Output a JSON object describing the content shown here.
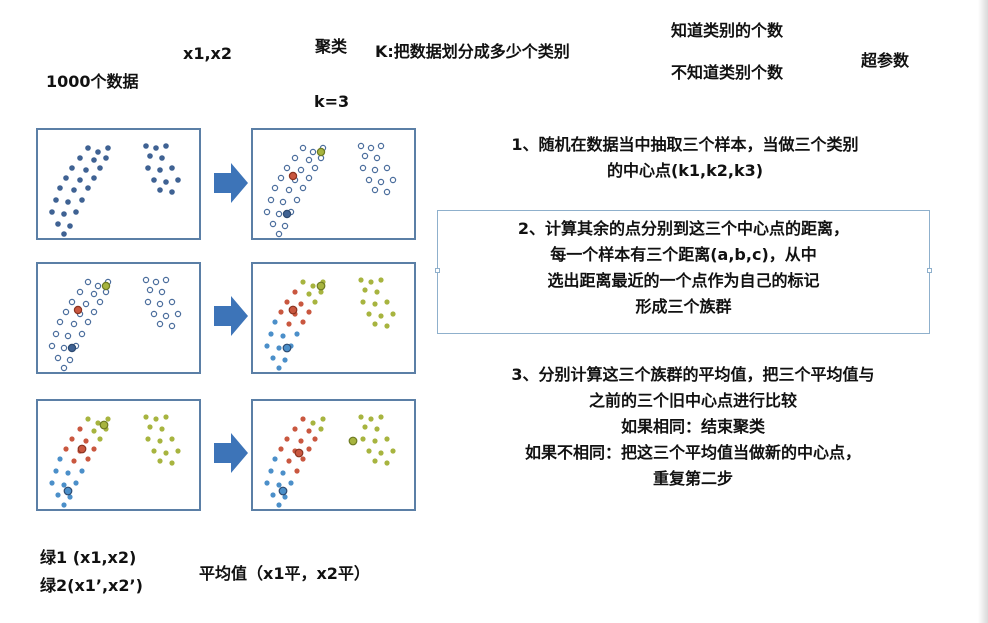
{
  "header": {
    "count_label": "1000个数据",
    "features_label": "x1,x2",
    "clustering_label": "聚类",
    "k_label": "k=3",
    "k_question": "K:把数据划分成多少个类别",
    "known_label": "知道类别的个数",
    "unknown_label": "不知道类别个数",
    "hyperparam_label": "超参数"
  },
  "steps": {
    "step1": [
      "1、随机在数据当中抽取三个样本，当做三个类别",
      "的中心点(k1,k2,k3)"
    ],
    "step2": [
      "2、计算其余的点分别到这三个中心点的距离，",
      "每一个样本有三个距离(a,b,c)，从中",
      "选出距离最近的一个点作为自己的标记",
      "形成三个族群"
    ],
    "step3": [
      "3、分别计算这三个族群的平均值，把三个平均值与",
      "之前的三个旧中心点进行比较",
      "如果相同：结束聚类",
      "如果不相同：把这三个平均值当做新的中心点，",
      "重复第二步"
    ]
  },
  "footer": {
    "green1": "绿1 (x1,x2)",
    "green2": "绿2(x1’,x2’)",
    "mean_label": "平均值（x1平，x2平）"
  },
  "colors": {
    "blue": "#3f6293",
    "hollow": "#4a6d9c",
    "red": "#c9573f",
    "green": "#a7b43f",
    "light_blue": "#4b8fc9",
    "arrow": "#3d74b8",
    "frame": "#5b7fa6"
  }
}
